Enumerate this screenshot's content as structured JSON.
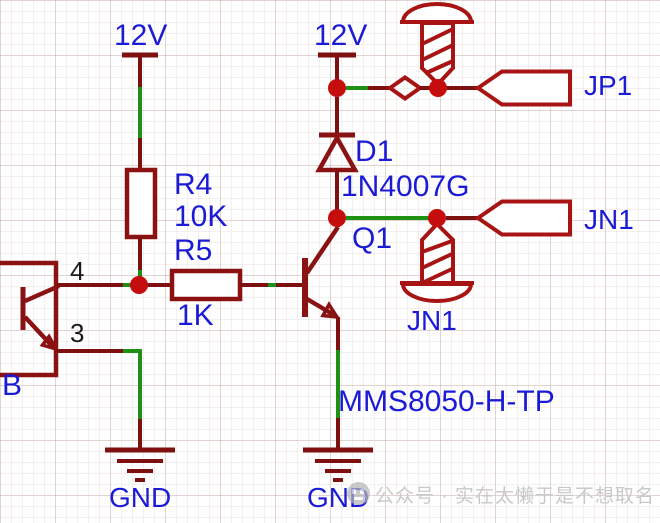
{
  "schematic": {
    "type": "circuit-schematic",
    "colors": {
      "wire_dark_red": "#7f1010",
      "wire_green": "#1e9115",
      "symbol_red": "#a81414",
      "junction_dot_red": "#c60d0d",
      "label_blue": "#1b1bd6",
      "pin_number_black": "#1a1a1a",
      "grid_line": "#ecdcd8",
      "watermark_gray": "#c9c9c9"
    },
    "power": {
      "rail_left": "12V",
      "rail_right": "12V"
    },
    "components": {
      "r4": {
        "ref": "R4",
        "value": "10K"
      },
      "r5": {
        "ref": "R5",
        "value": "1K"
      },
      "d1": {
        "ref": "D1",
        "value": "1N4007G"
      },
      "q1": {
        "ref": "Q1",
        "value": "MMS8050-H-TP"
      },
      "opto": {
        "ref": "B",
        "pin_collector": "4",
        "pin_emitter": "3"
      },
      "jp1_connector": {
        "ref": "JP1"
      },
      "jn1_connector": {
        "ref": "JN1"
      },
      "jn1_mounting_hole": {
        "ref": "JN1"
      }
    },
    "grounds": {
      "left": "GND",
      "right": "GND"
    },
    "watermark": {
      "text": "公众号 · 实在太懒于是不想取名"
    }
  }
}
